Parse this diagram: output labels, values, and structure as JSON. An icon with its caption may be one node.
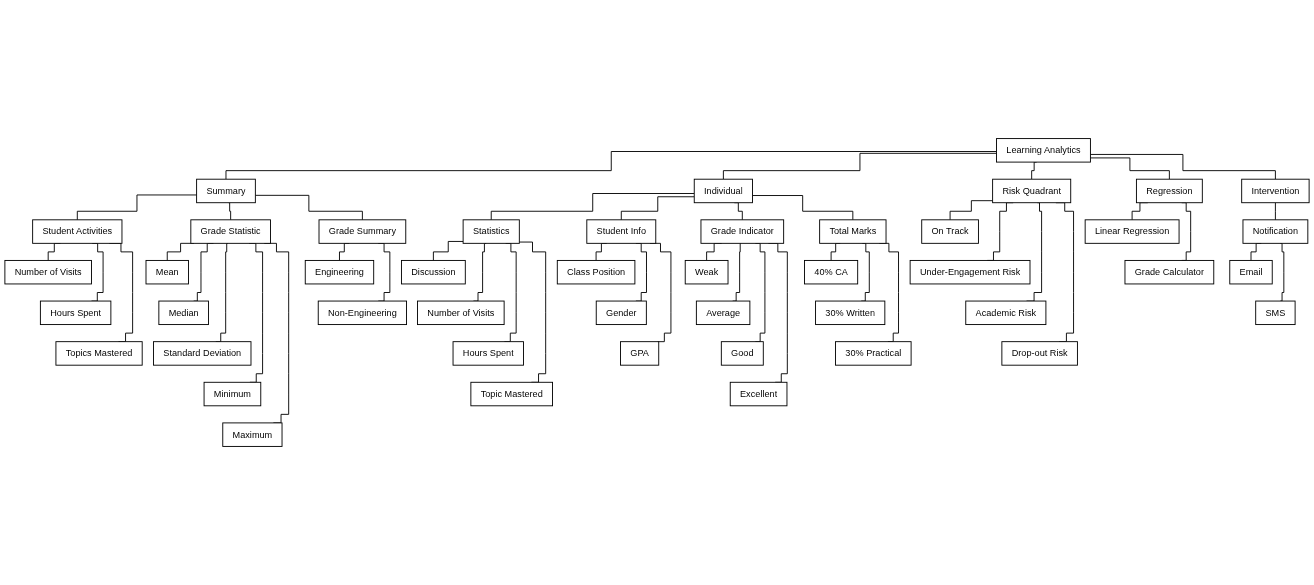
{
  "diagram": {
    "nodes": [
      {
        "text": [
          "Learning Analytics"
        ]
      },
      {
        "text": [
          "Summary"
        ]
      },
      {
        "text": [
          "Individual"
        ]
      },
      {
        "text": [
          "Risk Quadrant"
        ]
      },
      {
        "text": [
          "Regression"
        ]
      },
      {
        "text": [
          "Intervention"
        ]
      },
      {
        "text": [
          "Student Activities"
        ]
      },
      {
        "text": [
          "Grade Statistic"
        ]
      },
      {
        "text": [
          "Grade Summary"
        ]
      },
      {
        "text": [
          "Statistics"
        ]
      },
      {
        "text": [
          "Student Info"
        ]
      },
      {
        "text": [
          "Grade Indicator"
        ]
      },
      {
        "text": [
          "Total Marks"
        ]
      },
      {
        "text": [
          "On Track"
        ]
      },
      {
        "text": [
          "Linear Regression"
        ]
      },
      {
        "text": [
          "Notification"
        ]
      },
      {
        "text": [
          "Number of Visits"
        ]
      },
      {
        "text": [
          "Mean"
        ]
      },
      {
        "text": [
          "Engineering"
        ]
      },
      {
        "text": [
          "Discussion"
        ]
      },
      {
        "text": [
          "Class Position"
        ]
      },
      {
        "text": [
          "Weak"
        ]
      },
      {
        "text": [
          "40% CA"
        ]
      },
      {
        "text": [
          "Under-Engagement Risk"
        ]
      },
      {
        "text": [
          "Grade Calculator"
        ]
      },
      {
        "text": [
          "Email"
        ]
      },
      {
        "text": [
          "Hours Spent"
        ]
      },
      {
        "text": [
          "Median"
        ]
      },
      {
        "text": [
          "Non-Engineering"
        ]
      },
      {
        "text": [
          "Number of Visits"
        ]
      },
      {
        "text": [
          "Gender"
        ]
      },
      {
        "text": [
          "Average"
        ]
      },
      {
        "text": [
          "30% Written"
        ]
      },
      {
        "text": [
          "Academic Risk"
        ]
      },
      {
        "text": [
          "SMS"
        ]
      },
      {
        "text": [
          "Topics Mastered"
        ]
      },
      {
        "text": [
          "Standard Deviation"
        ]
      },
      {
        "text": [
          "Hours Spent"
        ]
      },
      {
        "text": [
          "GPA"
        ]
      },
      {
        "text": [
          "Good"
        ]
      },
      {
        "text": [
          "30% Practical"
        ]
      },
      {
        "text": [
          "Drop-out Risk"
        ]
      },
      {
        "text": [
          "Minimum"
        ]
      },
      {
        "text": [
          "Topic Mastered"
        ]
      },
      {
        "text": [
          "Excellent"
        ]
      },
      {
        "text": [
          "Maximum"
        ]
      }
    ],
    "edges": [
      {
        "from": 0,
        "to": 1,
        "arrow": "none"
      },
      {
        "from": 0,
        "to": 2,
        "arrow": "none"
      },
      {
        "from": 0,
        "to": 3,
        "arrow": "none"
      },
      {
        "from": 0,
        "to": 4,
        "arrow": "none"
      },
      {
        "from": 0,
        "to": 5,
        "arrow": "none"
      },
      {
        "from": 1,
        "to": 6,
        "arrow": "none"
      },
      {
        "from": 1,
        "to": 7,
        "arrow": "none"
      },
      {
        "from": 1,
        "to": 8,
        "arrow": "none"
      },
      {
        "from": 2,
        "to": 9,
        "arrow": "none"
      },
      {
        "from": 2,
        "to": 10,
        "arrow": "none"
      },
      {
        "from": 2,
        "to": 11,
        "arrow": "none"
      },
      {
        "from": 2,
        "to": 12,
        "arrow": "none"
      },
      {
        "from": 3,
        "to": 13,
        "arrow": "none"
      },
      {
        "from": 3,
        "to": 23,
        "arrow": "none"
      },
      {
        "from": 3,
        "to": 33,
        "arrow": "none"
      },
      {
        "from": 3,
        "to": 41,
        "arrow": "none"
      },
      {
        "from": 4,
        "to": 14,
        "arrow": "none"
      },
      {
        "from": 4,
        "to": 24,
        "arrow": "none"
      },
      {
        "from": 5,
        "to": 15,
        "arrow": "none"
      },
      {
        "from": 15,
        "to": 25,
        "arrow": "none"
      },
      {
        "from": 15,
        "to": 34,
        "arrow": "none"
      },
      {
        "from": 6,
        "to": 16,
        "arrow": "none"
      },
      {
        "from": 6,
        "to": 26,
        "arrow": "none"
      },
      {
        "from": 6,
        "to": 35,
        "arrow": "none"
      },
      {
        "from": 7,
        "to": 17,
        "arrow": "none"
      },
      {
        "from": 7,
        "to": 27,
        "arrow": "none"
      },
      {
        "from": 7,
        "to": 36,
        "arrow": "none"
      },
      {
        "from": 7,
        "to": 42,
        "arrow": "none"
      },
      {
        "from": 7,
        "to": 45,
        "arrow": "none"
      },
      {
        "from": 8,
        "to": 18,
        "arrow": "none"
      },
      {
        "from": 8,
        "to": 28,
        "arrow": "none"
      },
      {
        "from": 9,
        "to": 19,
        "arrow": "none"
      },
      {
        "from": 9,
        "to": 29,
        "arrow": "none"
      },
      {
        "from": 9,
        "to": 37,
        "arrow": "none"
      },
      {
        "from": 9,
        "to": 43,
        "arrow": "none"
      },
      {
        "from": 10,
        "to": 20,
        "arrow": "none"
      },
      {
        "from": 10,
        "to": 30,
        "arrow": "none"
      },
      {
        "from": 10,
        "to": 38,
        "arrow": "none"
      },
      {
        "from": 11,
        "to": 21,
        "arrow": "none"
      },
      {
        "from": 11,
        "to": 31,
        "arrow": "none"
      },
      {
        "from": 11,
        "to": 39,
        "arrow": "none"
      },
      {
        "from": 11,
        "to": 44,
        "arrow": "none"
      },
      {
        "from": 12,
        "to": 22,
        "arrow": "none"
      },
      {
        "from": 12,
        "to": 32,
        "arrow": "none"
      },
      {
        "from": 12,
        "to": 40,
        "arrow": "none"
      }
    ]
  }
}
